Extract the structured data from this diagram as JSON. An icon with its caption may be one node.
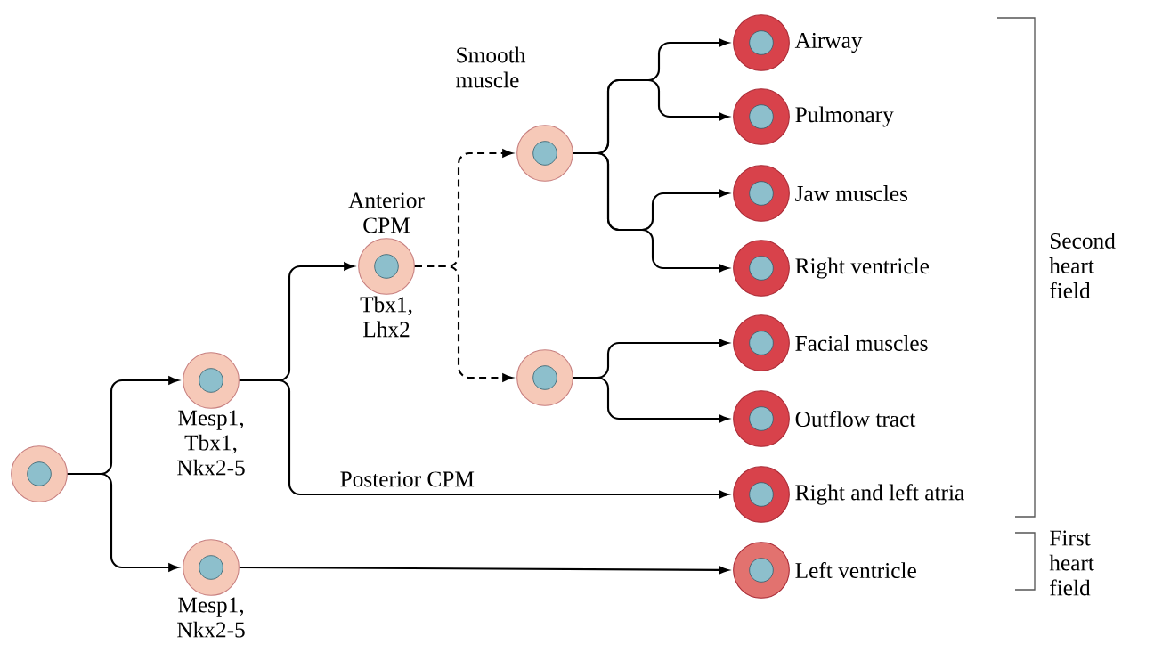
{
  "diagram": {
    "nodes": [
      {
        "text": [],
        "shape": "circle"
      },
      {
        "text": [],
        "shape": "circle",
        "beside": [
          "Mesp1, Tbx1, Nkx2-5"
        ]
      },
      {
        "text": [],
        "shape": "circle",
        "beside": [
          "Mesp1, Nkx2-5"
        ]
      },
      {
        "text": [],
        "shape": "circle",
        "beside": [
          "Anterior CPM",
          "Tbx1, Lhx2"
        ]
      },
      {
        "text": [],
        "shape": "circle"
      },
      {
        "text": [],
        "shape": "circle"
      },
      {
        "text": [],
        "shape": "circle",
        "beside": [
          "Airway"
        ]
      },
      {
        "text": [],
        "shape": "circle",
        "beside": [
          "Pulmonary"
        ]
      },
      {
        "text": [],
        "shape": "circle",
        "beside": [
          "Jaw muscles"
        ]
      },
      {
        "text": [],
        "shape": "circle",
        "beside": [
          "Right ventricle"
        ]
      },
      {
        "text": [],
        "shape": "circle",
        "beside": [
          "Facial muscles"
        ]
      },
      {
        "text": [],
        "shape": "circle",
        "beside": [
          "Outflow tract"
        ]
      },
      {
        "text": [],
        "shape": "circle",
        "beside": [
          "Right and left atria"
        ]
      },
      {
        "text": [],
        "shape": "circle",
        "beside": [
          "Left ventricle"
        ]
      }
    ],
    "edges": [
      {
        "from": 0,
        "to": 1,
        "arrow": "to"
      },
      {
        "from": 0,
        "to": 2,
        "arrow": "to"
      },
      {
        "from": 1,
        "to": 3,
        "arrow": "to"
      },
      {
        "from": 1,
        "to": 12,
        "arrow": "to",
        "label": "Posterior CPM"
      },
      {
        "from": 2,
        "to": 13,
        "arrow": "to"
      },
      {
        "from": 3,
        "to": 4,
        "arrow": "to",
        "style": "dashed"
      },
      {
        "from": 3,
        "to": 5,
        "arrow": "to",
        "style": "dashed"
      },
      {
        "from": 4,
        "to": 6,
        "arrow": "to",
        "label": "Smooth muscle"
      },
      {
        "from": 4,
        "to": 7,
        "arrow": "to"
      },
      {
        "from": 4,
        "to": 8,
        "arrow": "to"
      },
      {
        "from": 4,
        "to": 9,
        "arrow": "to"
      },
      {
        "from": 5,
        "to": 10,
        "arrow": "to"
      },
      {
        "from": 5,
        "to": 11,
        "arrow": "to"
      }
    ],
    "labels": [
      "Second heart field",
      "First heart field"
    ]
  }
}
